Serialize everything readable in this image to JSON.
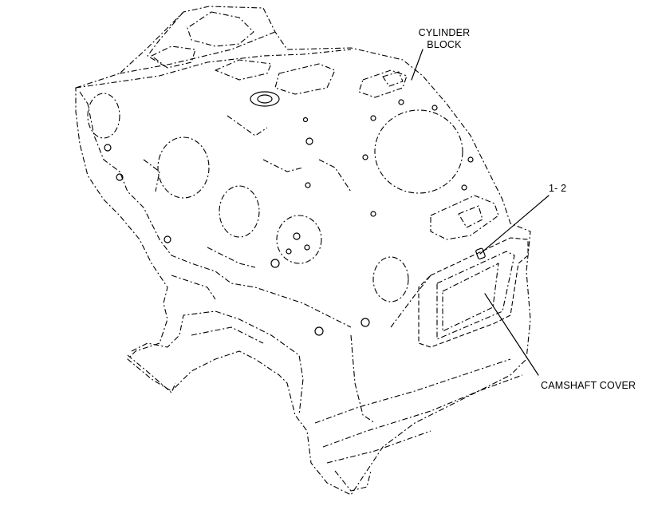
{
  "labels": {
    "cylinder_block_line1": "CYLINDER",
    "cylinder_block_line2": "BLOCK",
    "callout": "1- 2",
    "camshaft_cover": "CAMSHAFT COVER"
  },
  "colors": {
    "line": "#000000",
    "background": "#ffffff"
  }
}
